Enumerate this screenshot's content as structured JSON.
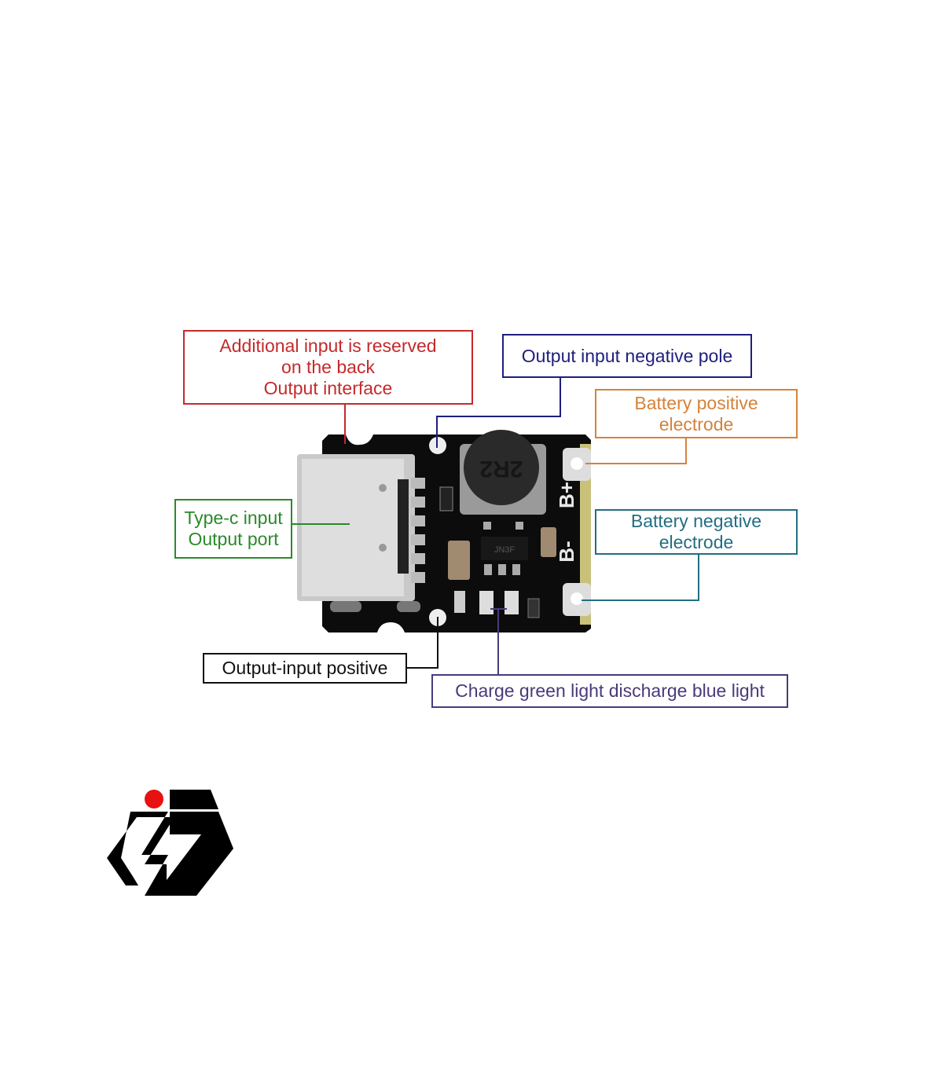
{
  "labels": {
    "back_output": {
      "line1": "Additional input is reserved",
      "line2": "on the back",
      "line3": "Output interface",
      "color": "#c42a2c"
    },
    "negative_pole": {
      "text": "Output input negative pole",
      "color": "#1e1e7e"
    },
    "battery_positive": {
      "line1": "Battery positive",
      "line2": "electrode",
      "color": "#d4833a"
    },
    "typec": {
      "line1": "Type-c input",
      "line2": "Output port",
      "color": "#2a8a2a"
    },
    "battery_negative": {
      "line1": "Battery negative",
      "line2": "electrode",
      "color": "#236e82"
    },
    "positive": {
      "text": "Output-input positive",
      "color": "#111111"
    },
    "leds": {
      "text": "Charge green light discharge blue light",
      "color": "#4a3a7a"
    }
  },
  "board": {
    "bplus": "B+",
    "bminus": "B-",
    "inductor_marking": "2R2",
    "chip_marking": "JN3F"
  }
}
